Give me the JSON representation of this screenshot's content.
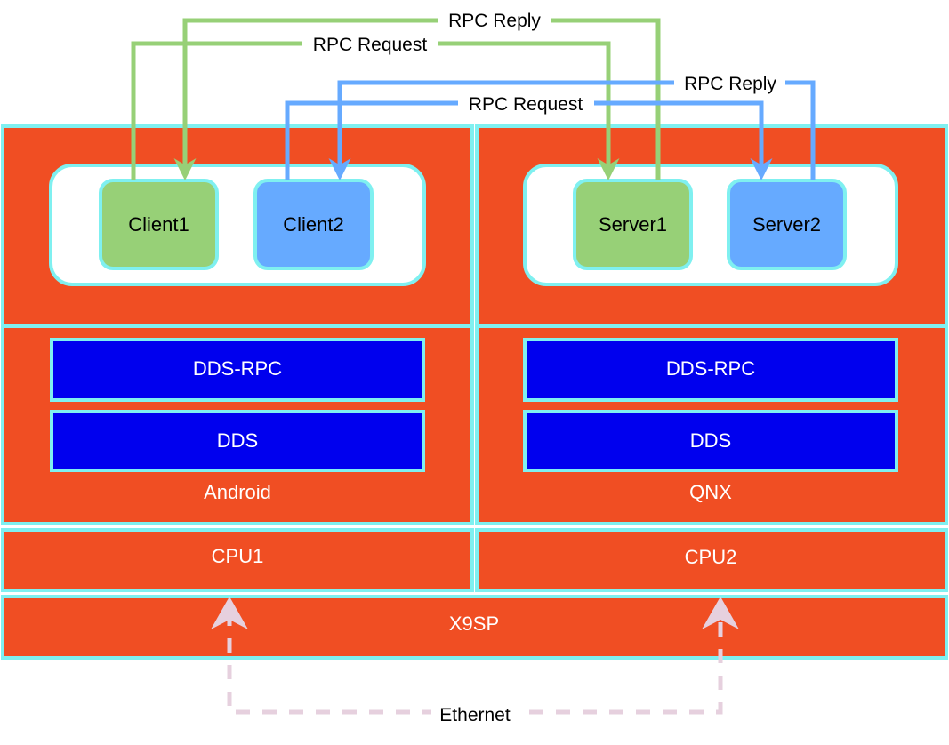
{
  "colors": {
    "platform": "#f04e23",
    "border": "#7ff0f0",
    "layer": "#0000ee",
    "client_green": "#97d077",
    "client_blue": "#66aaff",
    "arrow_green": "#97d077",
    "arrow_blue": "#66aaff",
    "ethernet": "#e6d0de",
    "white": "#ffffff",
    "text_dark": "#000000"
  },
  "nodes": {
    "client1": "Client1",
    "client2": "Client2",
    "server1": "Server1",
    "server2": "Server2"
  },
  "layers": {
    "left_rpc": "DDS-RPC",
    "left_dds": "DDS",
    "right_rpc": "DDS-RPC",
    "right_dds": "DDS"
  },
  "os": {
    "left": "Android",
    "right": "QNX"
  },
  "cpus": {
    "left": "CPU1",
    "right": "CPU2"
  },
  "board": "X9SP",
  "links": {
    "green_reply": "RPC Reply",
    "green_request": "RPC Request",
    "blue_reply": "RPC Reply",
    "blue_request": "RPC Request",
    "ethernet": "Ethernet"
  }
}
